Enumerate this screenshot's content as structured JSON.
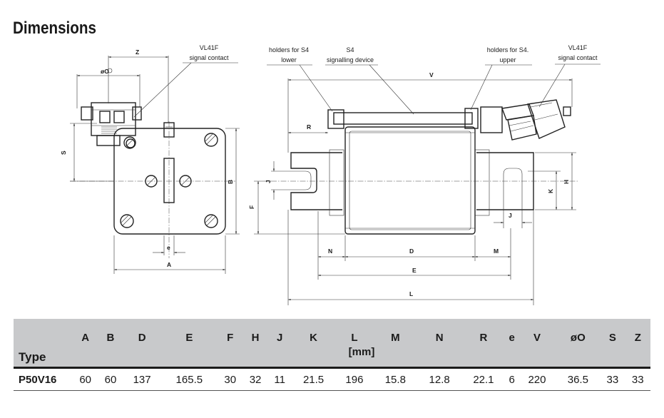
{
  "heading": "Dimensions",
  "labels": {
    "left_vl41f": [
      "VL41F",
      "signal contact"
    ],
    "holders_lower": [
      "holders for S4",
      "lower"
    ],
    "s4_device": [
      "S4",
      "signalling device"
    ],
    "holders_upper": [
      "holders for S4.",
      "upper"
    ],
    "right_vl41f": [
      "VL41F",
      "signal contact"
    ]
  },
  "dimension_letters": {
    "Z": "Z",
    "oO": "øO",
    "S": "S",
    "B": "B",
    "e": "e",
    "A": "A",
    "V": "V",
    "R": "R",
    "J": "J",
    "F": "F",
    "H": "H",
    "K": "K",
    "N": "N",
    "D": "D",
    "M": "M",
    "E": "E",
    "L": "L"
  },
  "table": {
    "type_header": "Type",
    "unit": "[mm]",
    "columns": [
      "A",
      "B",
      "D",
      "E",
      "F",
      "H",
      "J",
      "K",
      "L",
      "M",
      "N",
      "R",
      "e",
      "V",
      "øO",
      "S",
      "Z"
    ],
    "rows": [
      {
        "type": "P50V16",
        "values": [
          "60",
          "60",
          "137",
          "165.5",
          "30",
          "32",
          "11",
          "21.5",
          "196",
          "15.8",
          "12.8",
          "22.1",
          "6",
          "220",
          "36.5",
          "33",
          "33"
        ]
      }
    ]
  }
}
